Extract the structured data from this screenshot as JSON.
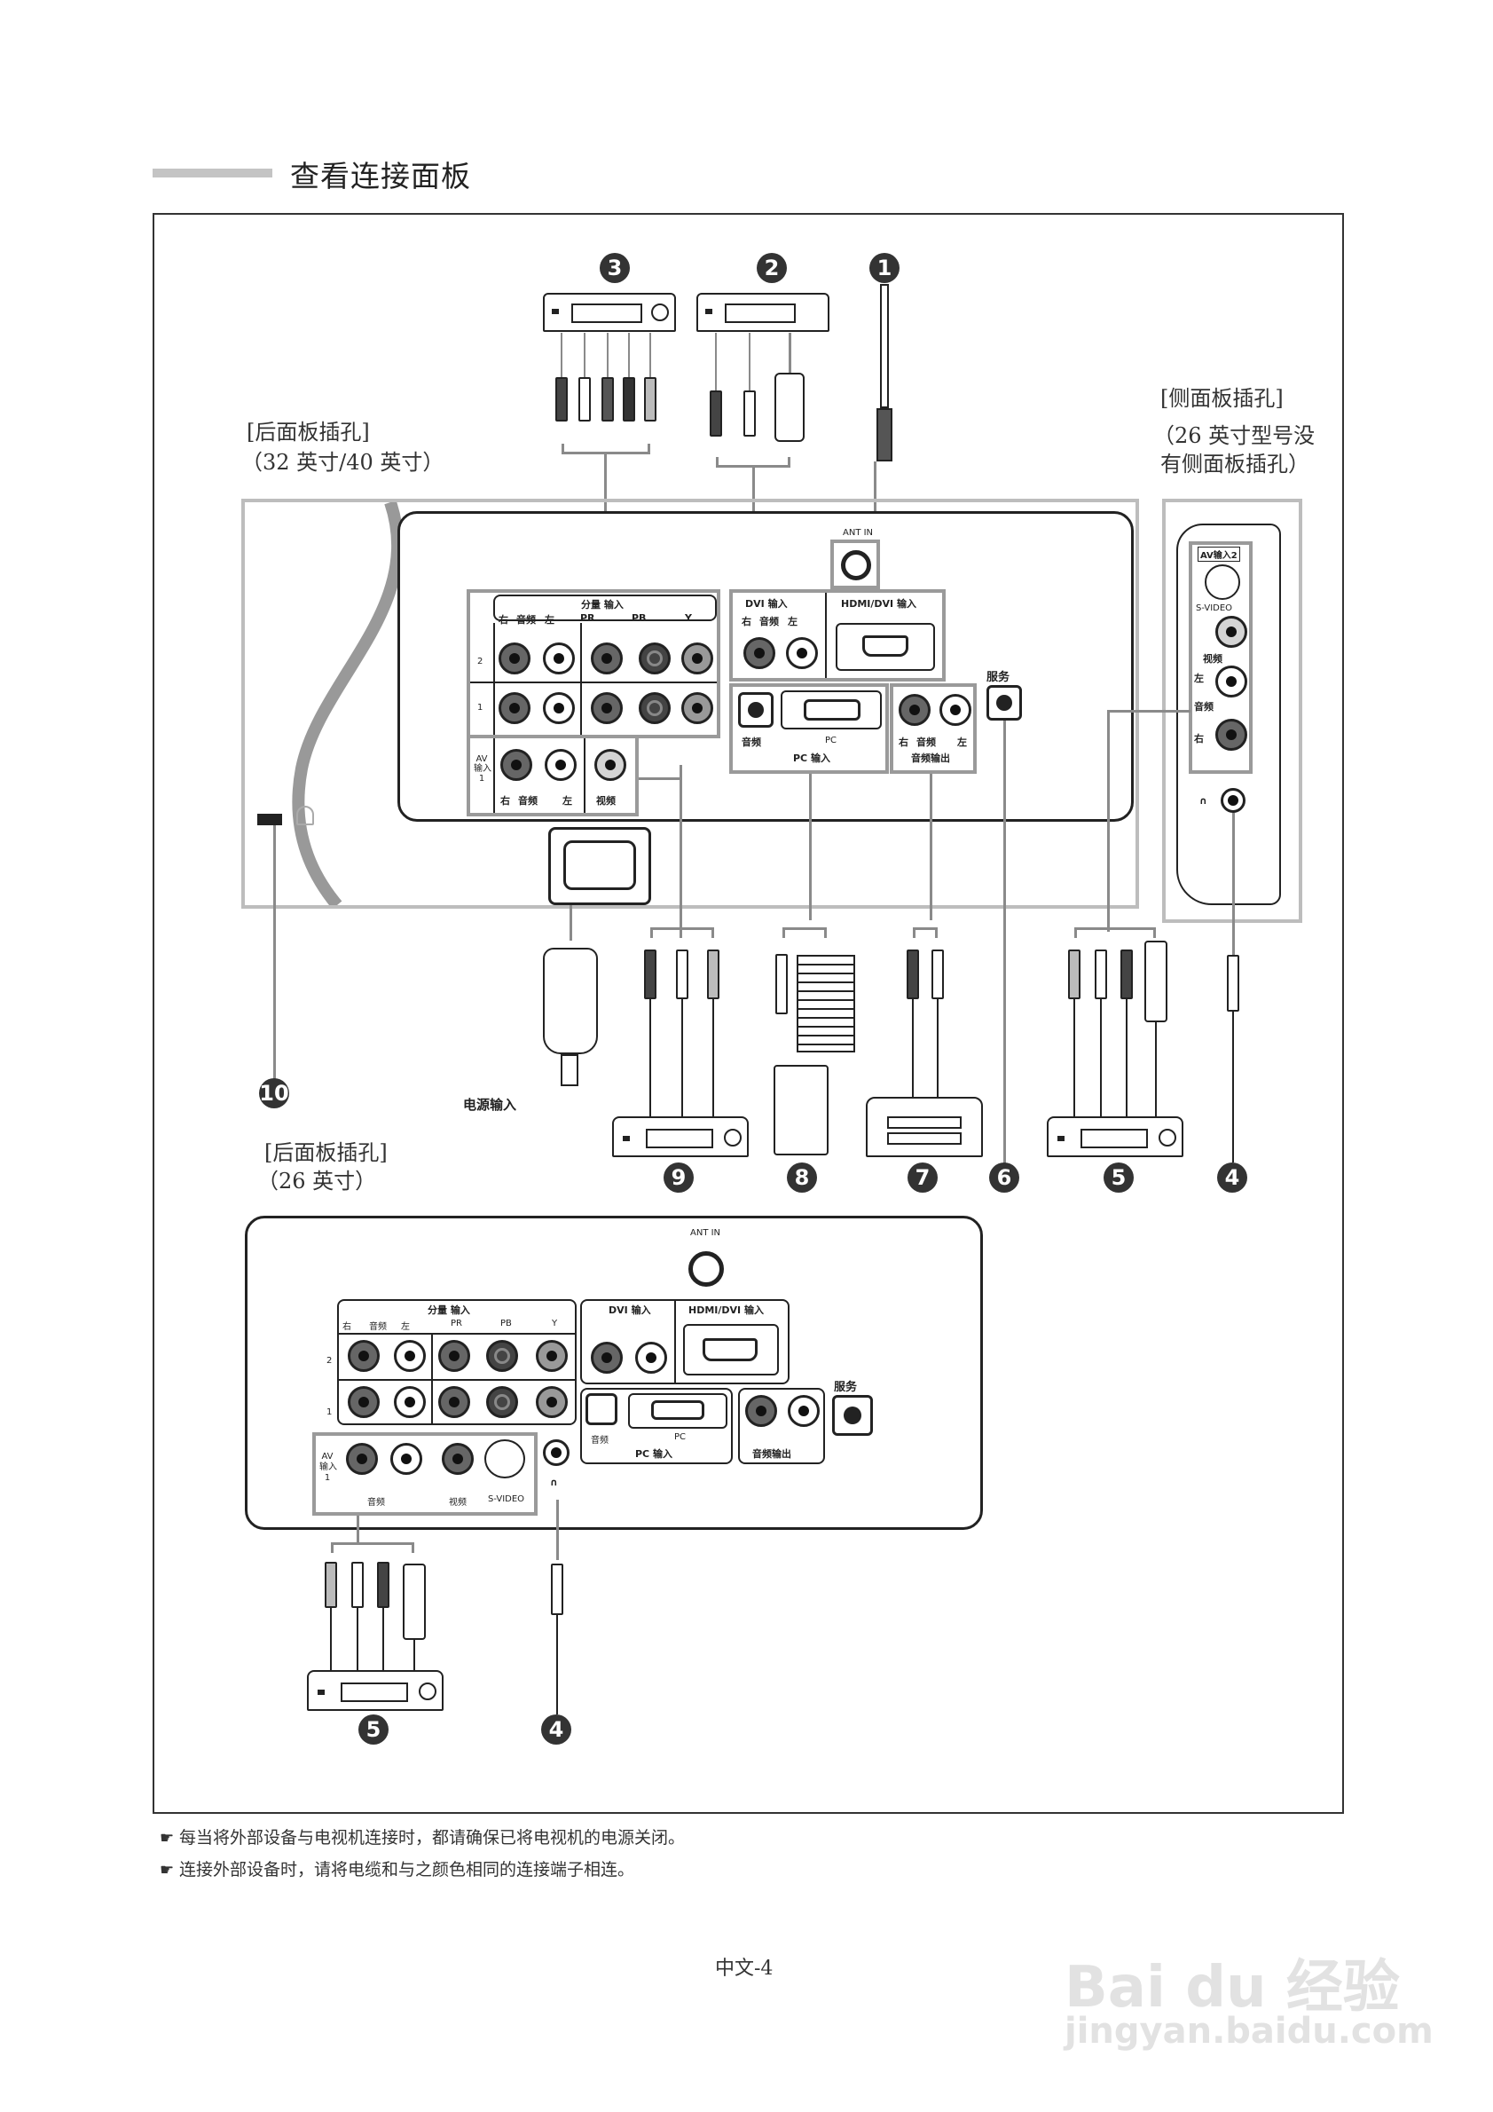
{
  "header": {
    "title": "查看连接面板"
  },
  "rear_panel_large": {
    "label": "[后面板插孔]",
    "sublabel": "（32 英寸/40 英寸）",
    "ant_in": "ANT IN",
    "component": {
      "title": "分量 输入",
      "audio_label": "音频",
      "right": "右",
      "left": "左",
      "pr": "PR",
      "pb": "PB",
      "y": "Y",
      "rows": [
        "2",
        "1"
      ]
    },
    "dvi": {
      "title": "DVI 输入",
      "audio_label": "音频",
      "right": "右",
      "left": "左"
    },
    "hdmi": {
      "title": "HDMI/DVI 输入"
    },
    "pc": {
      "audio_label": "音频",
      "pc_label": "PC",
      "title": "PC 输入"
    },
    "audio_out": {
      "audio_label": "音频",
      "right": "右",
      "left": "左",
      "title": "音频输出"
    },
    "service": "服务",
    "av1": {
      "title_line1": "AV",
      "title_line2": "输入",
      "title_line3": "1",
      "audio_label": "音频",
      "right": "右",
      "left": "左",
      "video_label": "视频"
    },
    "power_label": "电源输入"
  },
  "side_panel": {
    "label": "[侧面板插孔]",
    "note_line1": "（26 英寸型号没",
    "note_line2": "有侧面板插孔）",
    "av2_title": "AV输入2",
    "svideo": "S-VIDEO",
    "video": "视频",
    "left": "左",
    "audio": "音频",
    "right": "右"
  },
  "rear_panel_small": {
    "label": "[后面板插孔]",
    "sublabel": "（26 英寸）",
    "ant_in": "ANT IN",
    "component_title": "分量 输入",
    "audio_label": "音频",
    "right": "右",
    "left": "左",
    "pr": "PR",
    "pb": "PB",
    "y": "Y",
    "rows": [
      "2",
      "1"
    ],
    "dvi_title": "DVI 输入",
    "hdmi_title": "HDMI/DVI 输入",
    "pc_audio": "音频",
    "pc_label": "PC",
    "pc_title": "PC 输入",
    "audio_out_title": "音频输出",
    "service": "服务",
    "av1_line1": "AV",
    "av1_line2": "输入",
    "av1_line3": "1",
    "video_label": "视频",
    "svideo": "S-VIDEO"
  },
  "callouts": [
    "1",
    "2",
    "3",
    "4",
    "5",
    "6",
    "7",
    "8",
    "9",
    "10"
  ],
  "notes": [
    "每当将外部设备与电视机连接时，都请确保已将电视机的电源关闭。",
    "连接外部设备时，请将电缆和与之颜色相同的连接端子相连。"
  ],
  "footer": {
    "page": "中文-4"
  },
  "watermark": {
    "brand": "Bai du 经验",
    "url": "jingyan.baidu.com"
  }
}
